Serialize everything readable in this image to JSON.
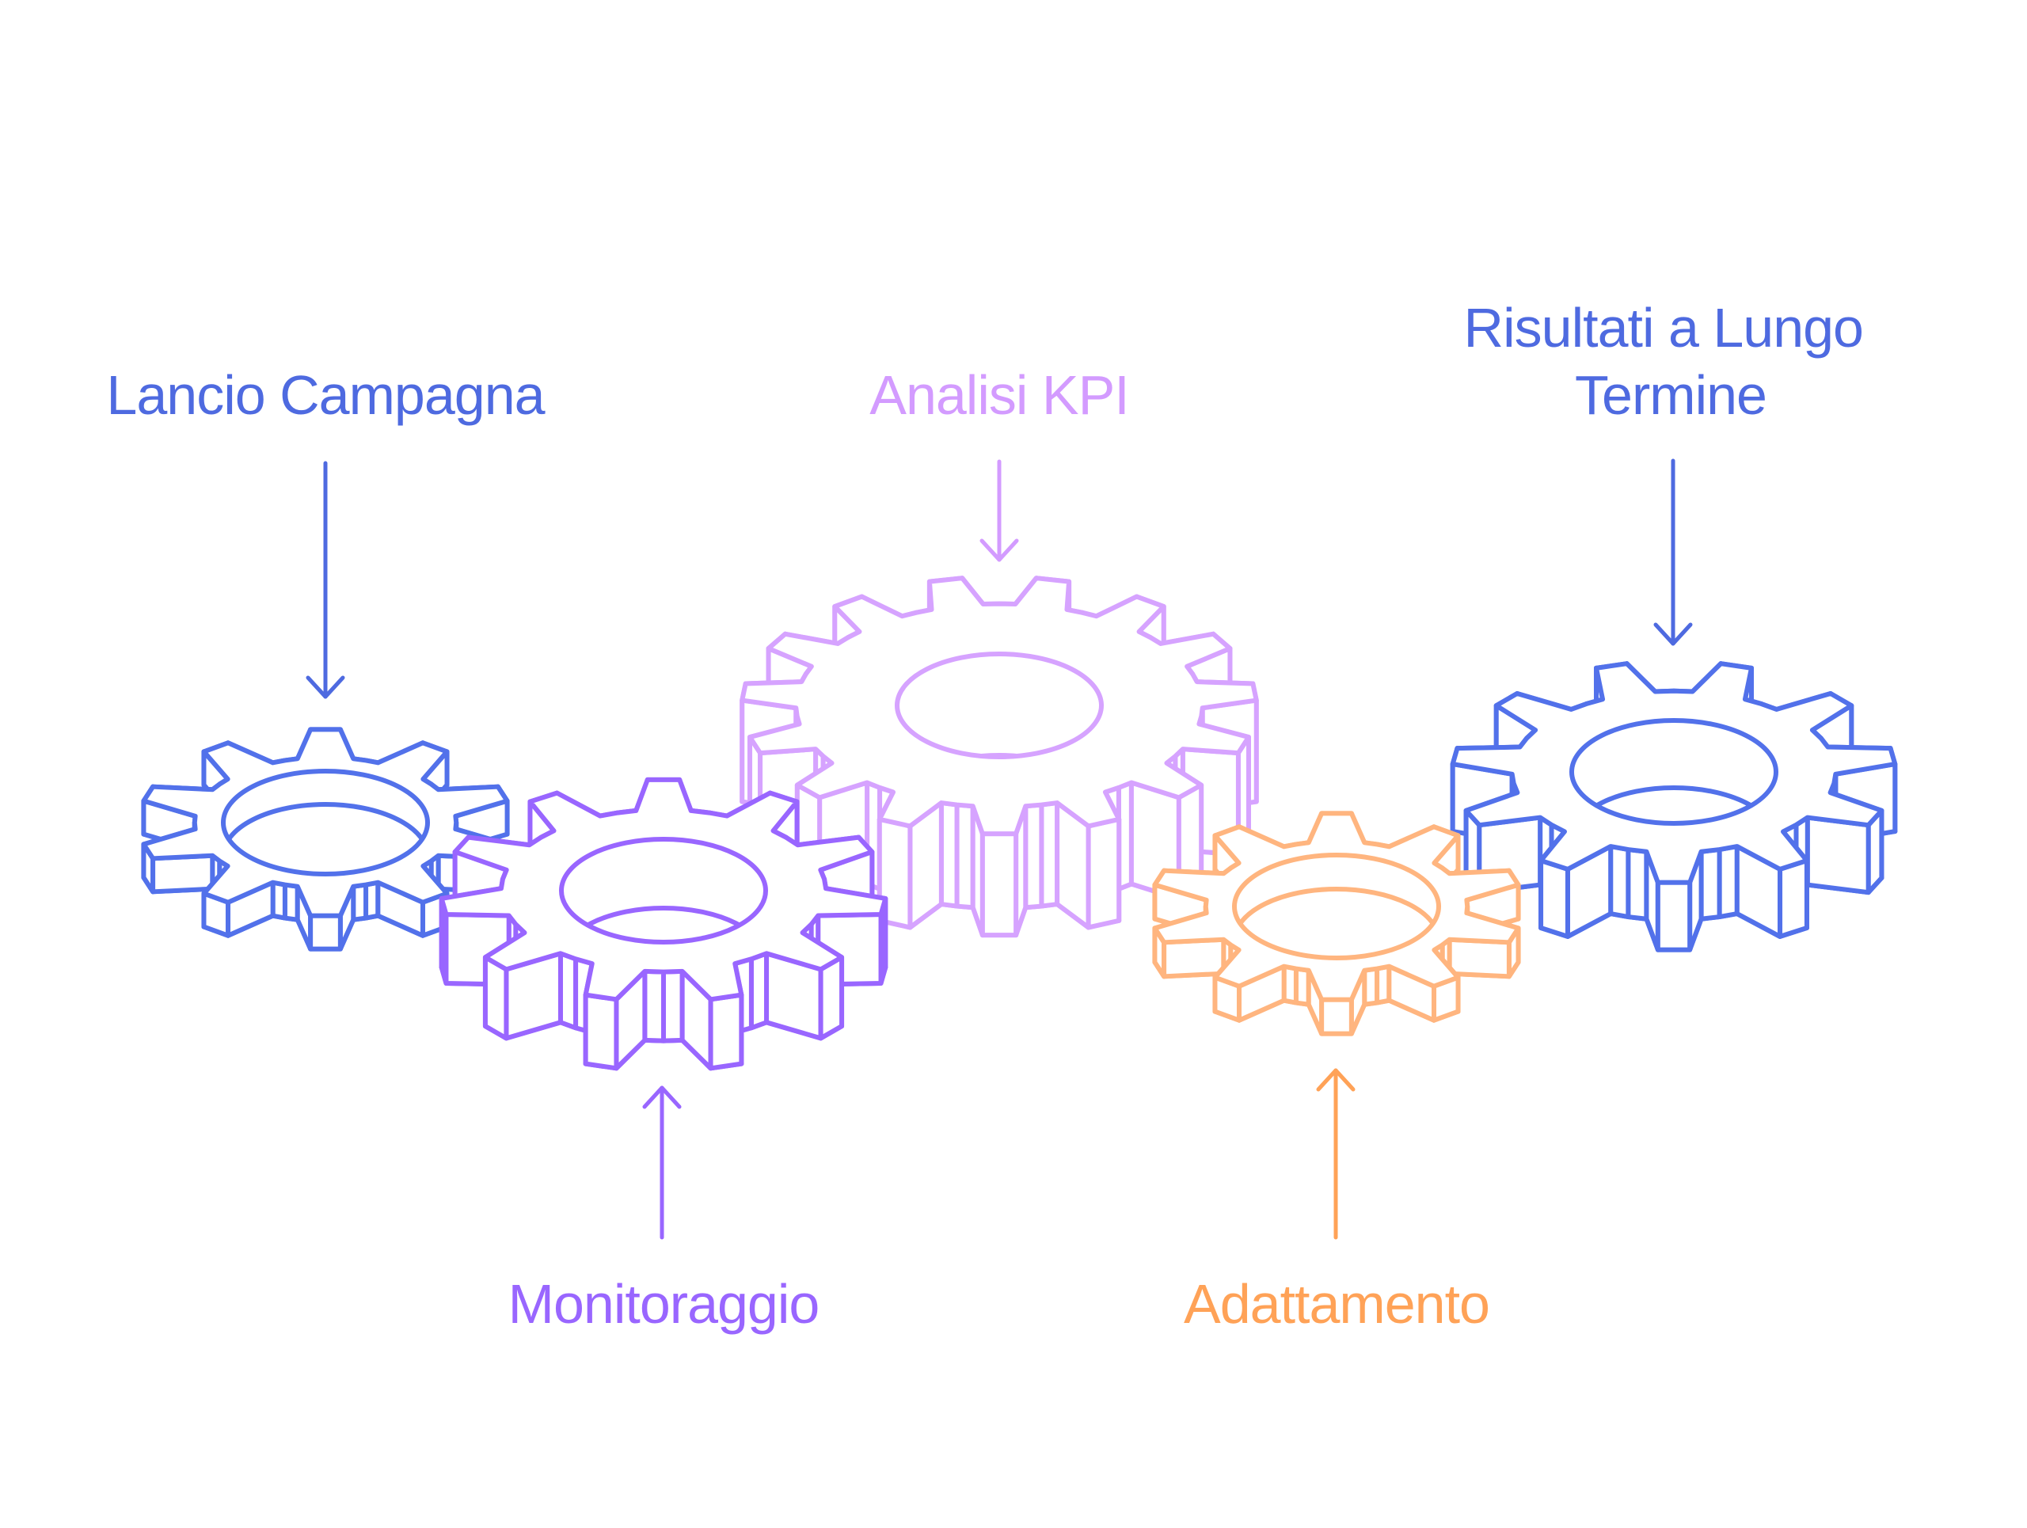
{
  "diagram": {
    "type": "gear-process",
    "steps": [
      {
        "id": "lancio-campagna",
        "label_lines": [
          "Lancio Campagna"
        ],
        "color": "#4E6AE0",
        "gear_color": "#5271EA",
        "label_position": "top",
        "gear_teeth": 10
      },
      {
        "id": "monitoraggio",
        "label_lines": [
          "Monitoraggio"
        ],
        "color": "#9966FF",
        "gear_color": "#9966FF",
        "label_position": "bottom",
        "gear_teeth": 11
      },
      {
        "id": "analisi-kpi",
        "label_lines": [
          "Analisi KPI"
        ],
        "color": "#D39BFF",
        "gear_color": "#D6A3FF",
        "label_position": "top",
        "gear_teeth": 15
      },
      {
        "id": "adattamento",
        "label_lines": [
          "Adattamento"
        ],
        "color": "#FFA257",
        "gear_color": "#FFB57F",
        "label_position": "bottom",
        "gear_teeth": 10
      },
      {
        "id": "risultati-a-lungo-termine",
        "label_lines": [
          "Risultati a Lungo",
          "Termine"
        ],
        "color": "#4E6AE0",
        "gear_color": "#5271EA",
        "label_position": "top",
        "gear_teeth": 11
      }
    ]
  }
}
